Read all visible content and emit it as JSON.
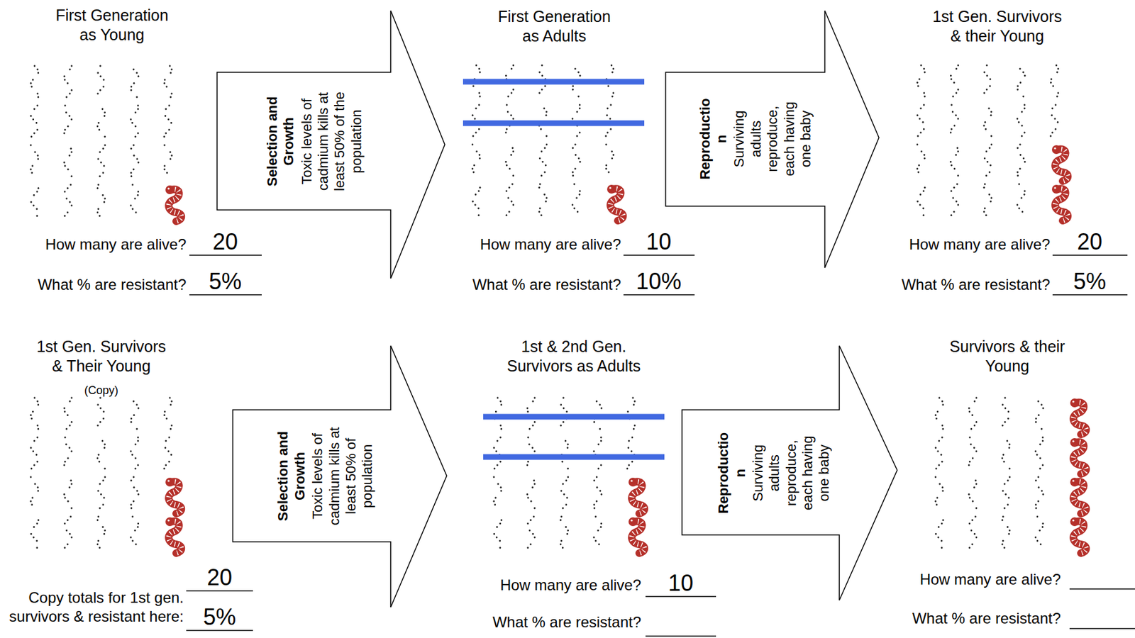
{
  "diagram": {
    "nodes": [
      {
        "text": [
          "Selection and Growth",
          "Toxic levels of cadmium kills at least 50% of the population"
        ]
      },
      {
        "text": [
          "Reproductio n",
          "Surviving adults reproduce, each having one baby"
        ]
      },
      {
        "text": [
          "Selection and Growth",
          "Toxic levels of cadmium kills at least 50% of population"
        ]
      },
      {
        "text": [
          "Reproductio n",
          "Surviving adults reproduce, each having one baby"
        ]
      }
    ],
    "labels": [
      "First Generation as Young",
      "How many are alive?",
      "20",
      "What % are resistant?",
      "5%",
      "First Generation as Adults",
      "How many are alive?",
      "10",
      "What % are resistant?",
      "10%",
      "1st Gen. Survivors & their Young",
      "How many are alive?",
      "20",
      "What % are resistant?",
      "5%",
      "1st Gen. Survivors & Their Young",
      "(Copy)",
      "Copy totals for 1st gen. survivors & resistant here:",
      "20",
      "5%",
      "1st & 2nd Gen. Survivors as Adults",
      "How many are alive?",
      "10",
      "What % are resistant?",
      "Survivors & their Young",
      "How many are alive?",
      "What % are resistant?"
    ]
  }
}
